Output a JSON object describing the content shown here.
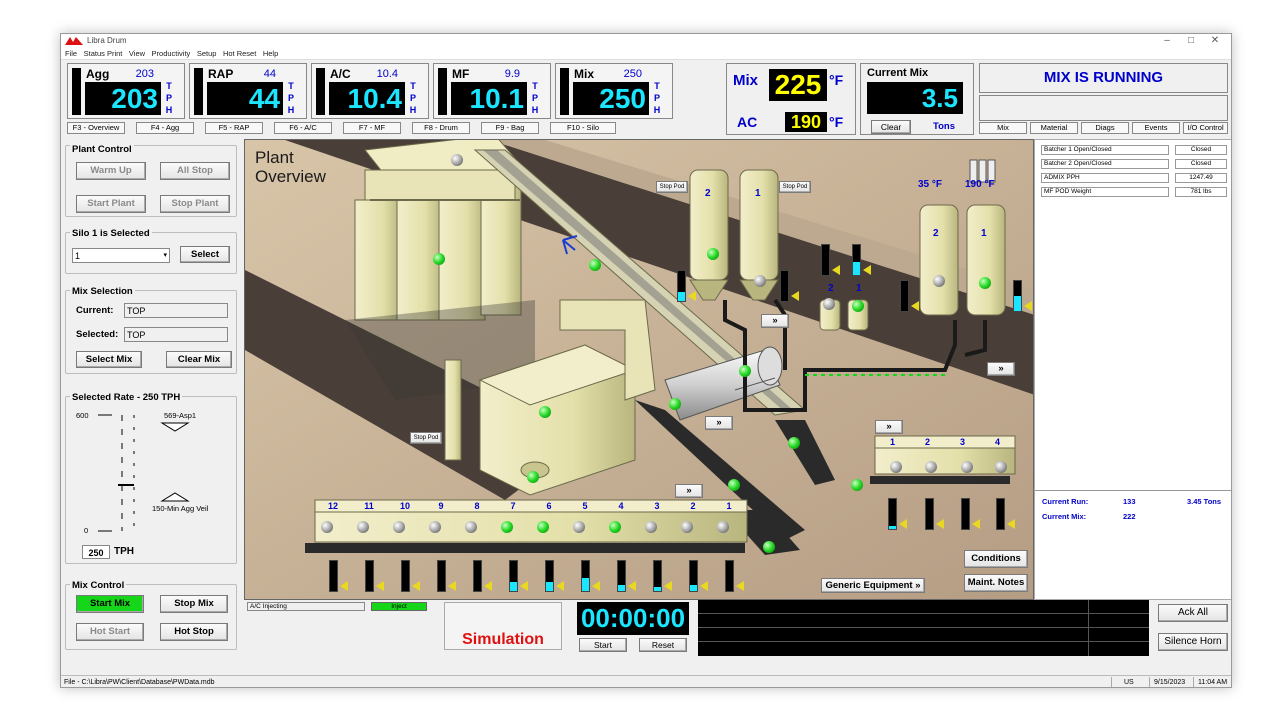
{
  "window": {
    "title": "Libra Drum"
  },
  "menu": [
    "File",
    "Status Print",
    "View",
    "Productivity",
    "Setup",
    "Hot Reset",
    "Help"
  ],
  "gauges": [
    {
      "label": "Agg",
      "setpoint": "203",
      "value": "203",
      "unit": "TPH"
    },
    {
      "label": "RAP",
      "setpoint": "44",
      "value": "44",
      "unit": "TPH"
    },
    {
      "label": "A/C",
      "setpoint": "10.4",
      "value": "10.4",
      "unit": "TPH"
    },
    {
      "label": "MF",
      "setpoint": "9.9",
      "value": "10.1",
      "unit": "TPH"
    },
    {
      "label": "Mix",
      "setpoint": "250",
      "value": "250",
      "unit": "TPH"
    }
  ],
  "fkeys": [
    "F3 - Overview",
    "F4 - Agg",
    "F5 - RAP",
    "F6 - A/C",
    "F7 - MF",
    "F8 - Drum",
    "F9 - Bag",
    "F10 - Silo"
  ],
  "temps": {
    "mix_label": "Mix",
    "mix_value": "225",
    "ac_label": "AC",
    "ac_value": "190",
    "unit": "°F"
  },
  "current_mix": {
    "title": "Current Mix",
    "value": "3.5",
    "clear": "Clear",
    "unit": "Tons"
  },
  "status": {
    "banner": "MIX IS RUNNING"
  },
  "right_tabs": [
    "Mix",
    "Material",
    "Diags",
    "Events",
    "I/O Control"
  ],
  "plant_control": {
    "title": "Plant Control",
    "warm_up": "Warm Up",
    "all_stop": "All Stop",
    "start_plant": "Start Plant",
    "stop_plant": "Stop Plant"
  },
  "silo": {
    "title": "Silo 1 is Selected",
    "value": "1",
    "select": "Select"
  },
  "mix_selection": {
    "title": "Mix Selection",
    "current_label": "Current:",
    "current": "TOP",
    "selected_label": "Selected:",
    "selected": "TOP",
    "select_mix": "Select Mix",
    "clear_mix": "Clear Mix"
  },
  "rate": {
    "title": "Selected Rate - 250 TPH",
    "max": "600",
    "min": "0",
    "marker1": "569-Asp1",
    "marker2": "150-Min Agg Veil",
    "value": "250",
    "unit": "TPH"
  },
  "mix_control": {
    "title": "Mix Control",
    "start_mix": "Start Mix",
    "stop_mix": "Stop Mix",
    "hot_start": "Hot Start",
    "hot_stop": "Hot Stop"
  },
  "scene": {
    "title1": "Plant",
    "title2": "Overview",
    "stop_pod": "Stop Pod",
    "silo_temp1": "35 °F",
    "silo_temp2": "190 °F",
    "bins_left": [
      "12",
      "11",
      "10",
      "9",
      "8",
      "7",
      "6",
      "5",
      "4",
      "3",
      "2",
      "1"
    ],
    "bins_right": [
      "1",
      "2",
      "3",
      "4"
    ],
    "tanks": [
      "2",
      "1"
    ],
    "silos_small": [
      "2",
      "1"
    ],
    "mf_tanks": [
      "2",
      "1"
    ],
    "conditions": "Conditions",
    "maint": "Maint. Notes",
    "generic": "Generic Equipment »",
    "arrow": "»"
  },
  "right_panel": {
    "rows": [
      {
        "label": "Batcher 1 Open/Closed",
        "value": "Closed"
      },
      {
        "label": "Batcher 2 Open/Closed",
        "value": "Closed"
      },
      {
        "label": "ADMIX PPH",
        "value": "1247.49"
      },
      {
        "label": "MF POD Weight",
        "value": "781 lbs"
      }
    ],
    "current_run_label": "Current Run:",
    "current_run": "133",
    "current_run_tons": "3.45 Tons",
    "current_mix_label": "Current Mix:",
    "current_mix": "222"
  },
  "bottom": {
    "ac_injecting": "A/C Injecting",
    "inject": "Inject",
    "simulation": "Simulation",
    "timer": "00:00:00",
    "start": "Start",
    "reset": "Reset",
    "ack_all": "Ack All",
    "silence_horn": "Silence Horn"
  },
  "statusbar": {
    "path": "File - C:\\Libra\\PW\\Client\\Database\\PWData.mdb",
    "locale": "US",
    "date": "9/15/2023",
    "time": "11:04 AM"
  },
  "colors": {
    "green": "#16d61a",
    "display_bg": "#000000",
    "display_cyan": "#1ce6ff",
    "display_yellow": "#ffff00",
    "accent_blue": "#0000cc",
    "alert_red": "#e01010"
  }
}
